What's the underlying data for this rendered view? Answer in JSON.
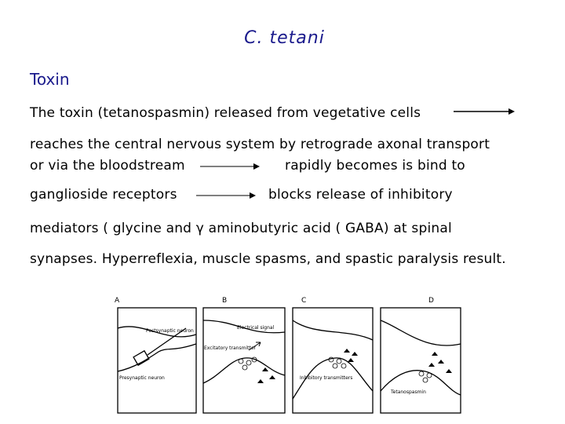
{
  "slide": {
    "title": "C. tetani",
    "heading": "Toxin",
    "lines": [
      "The toxin (tetanospasmin) released from vegetative cells",
      "reaches the central nervous system by retrograde axonal transport",
      "or via the bloodstream",
      "rapidly becomes is bind to",
      "ganglioside receptors",
      "blocks release of inhibitory",
      "mediators ( glycine and γ aminobutyric acid ( GABA) at spinal",
      "synapses. Hyperreflexia, muscle spasms, and spastic paralysis result."
    ]
  },
  "figure": {
    "panels": [
      "A",
      "B",
      "C",
      "D"
    ],
    "labels": {
      "postsynaptic": "Postsynaptic neuron",
      "presynaptic": "Presynaptic neuron",
      "electrical": "Electrical signal",
      "excitatory": "Excitatory transmitter",
      "inhibitory": "Inhibitory transmitters",
      "tetanospasmin": "Tetanospasmin"
    }
  }
}
